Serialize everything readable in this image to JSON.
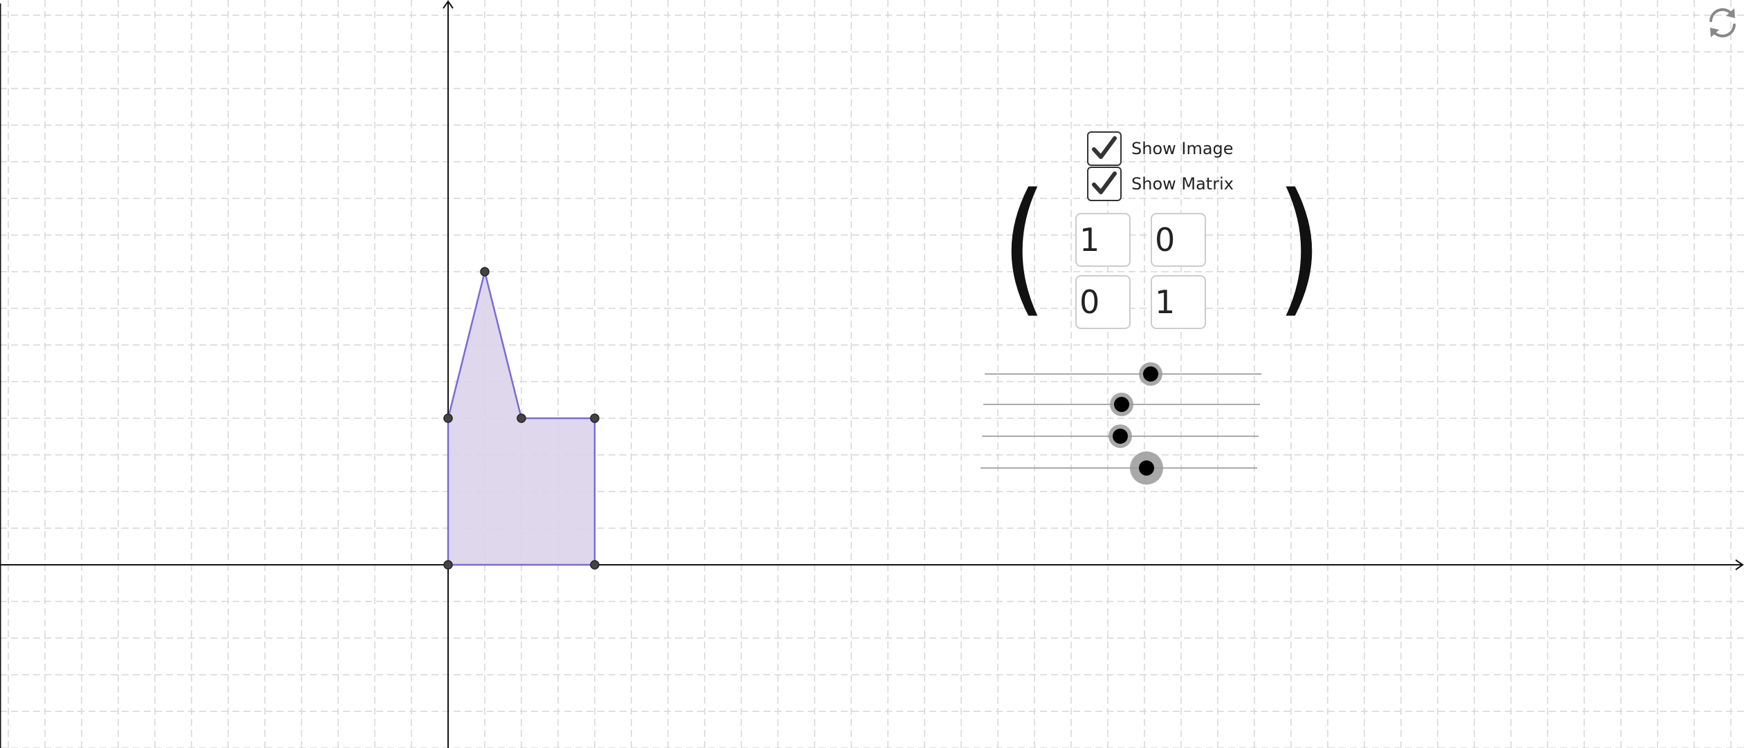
{
  "checkboxes": {
    "show_image": {
      "label": "Show Image",
      "checked": true
    },
    "show_matrix": {
      "label": "Show Matrix",
      "checked": true
    }
  },
  "matrix": {
    "a11": "1",
    "a12": "0",
    "a21": "0",
    "a22": "1"
  },
  "sliders": [
    {
      "name": "slider-a11",
      "value": 1
    },
    {
      "name": "slider-a12",
      "value": 0
    },
    {
      "name": "slider-a21",
      "value": 0
    },
    {
      "name": "slider-a22",
      "value": 1
    }
  ],
  "polygon": {
    "vertices": [
      [
        0,
        0
      ],
      [
        2,
        0
      ],
      [
        2,
        2
      ],
      [
        1,
        2
      ],
      [
        0.5,
        4
      ],
      [
        0,
        2
      ]
    ],
    "fill": "#dcd4ea",
    "stroke": "#7a6ad8"
  },
  "axes": {
    "x_visible": true,
    "y_visible": true,
    "grid": "dashed"
  },
  "colors": {
    "grid_line": "#d6d6d6",
    "axis": "#111111",
    "point": "#444444",
    "check": "#333333",
    "slider_track": "#aaaaaa",
    "slider_knob": "#000000",
    "reset_icon": "#888888"
  },
  "icons": {
    "checkmark": "checkmark-icon",
    "reset": "reset-icon"
  }
}
